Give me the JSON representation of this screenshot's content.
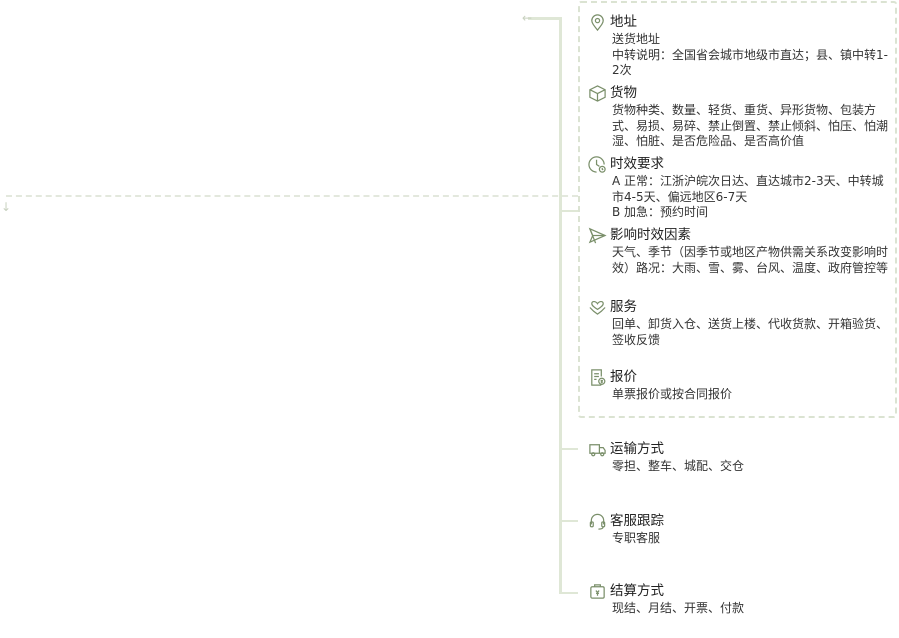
{
  "group_items": [
    {
      "icon": "location-pin-icon",
      "title": "地址",
      "lines": [
        "送货地址",
        "中转说明：全国省会城市地级市直达；县、镇中转1-2次"
      ]
    },
    {
      "icon": "box-icon",
      "title": "货物",
      "lines": [
        "货物种类、数量、轻货、重货、异形货物、包装方式、易损、易碎、禁止倒置、禁止倾斜、怕压、怕潮湿、怕脏、是否危险品、是否高价值"
      ]
    },
    {
      "icon": "timer-icon",
      "title": "时效要求",
      "lines": [
        "A 正常：江浙沪皖次日达、直达城市2-3天、中转城市4-5天、偏远地区6-7天",
        "B 加急：预约时间"
      ]
    },
    {
      "icon": "paper-plane-icon",
      "title": "影响时效因素",
      "lines": [
        "天气、季节（因季节或地区产物供需关系改变影响时效）路况：大雨、雪、雾、台风、温度、政府管控等"
      ]
    },
    {
      "icon": "handshake-icon",
      "title": "服务",
      "lines": [
        "回单、卸货入仓、送货上楼、代收货款、开箱验货、签收反馈"
      ]
    },
    {
      "icon": "quote-document-icon",
      "title": "报价",
      "lines": [
        "单票报价或按合同报价"
      ]
    }
  ],
  "outer_items": [
    {
      "icon": "truck-icon",
      "title": "运输方式",
      "lines": [
        "零担、整车、城配、交仓"
      ]
    },
    {
      "icon": "headset-icon",
      "title": "客服跟踪",
      "lines": [
        "专职客服"
      ]
    },
    {
      "icon": "wallet-icon",
      "title": "结算方式",
      "lines": [
        "现结、月结、开票、付款"
      ]
    }
  ]
}
